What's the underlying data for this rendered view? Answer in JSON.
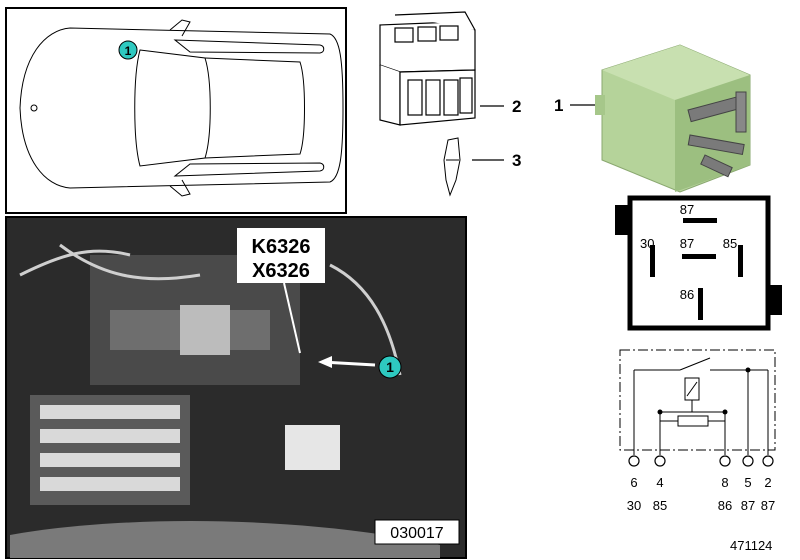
{
  "inset": {
    "callout_number": "1"
  },
  "photo": {
    "component_code_1": "K6326",
    "component_code_2": "X6326",
    "callout_number": "1",
    "photo_id": "030017"
  },
  "parts": {
    "callout_1": "1",
    "callout_2": "2",
    "callout_3": "3"
  },
  "relay_pins": {
    "top": "87",
    "left": "30",
    "center": "87",
    "right": "85",
    "bottom": "86"
  },
  "schematic": {
    "pins": [
      {
        "num": "6",
        "term": "30"
      },
      {
        "num": "4",
        "term": "85"
      },
      {
        "num": "8",
        "term": "86"
      },
      {
        "num": "5",
        "term": "87"
      },
      {
        "num": "2",
        "term": "87"
      }
    ]
  },
  "diagram_id": "471124",
  "colors": {
    "callout_teal": "#2ec9c0",
    "relay_green": "#b5d39a",
    "photo_dark": "#2b2b2b"
  }
}
